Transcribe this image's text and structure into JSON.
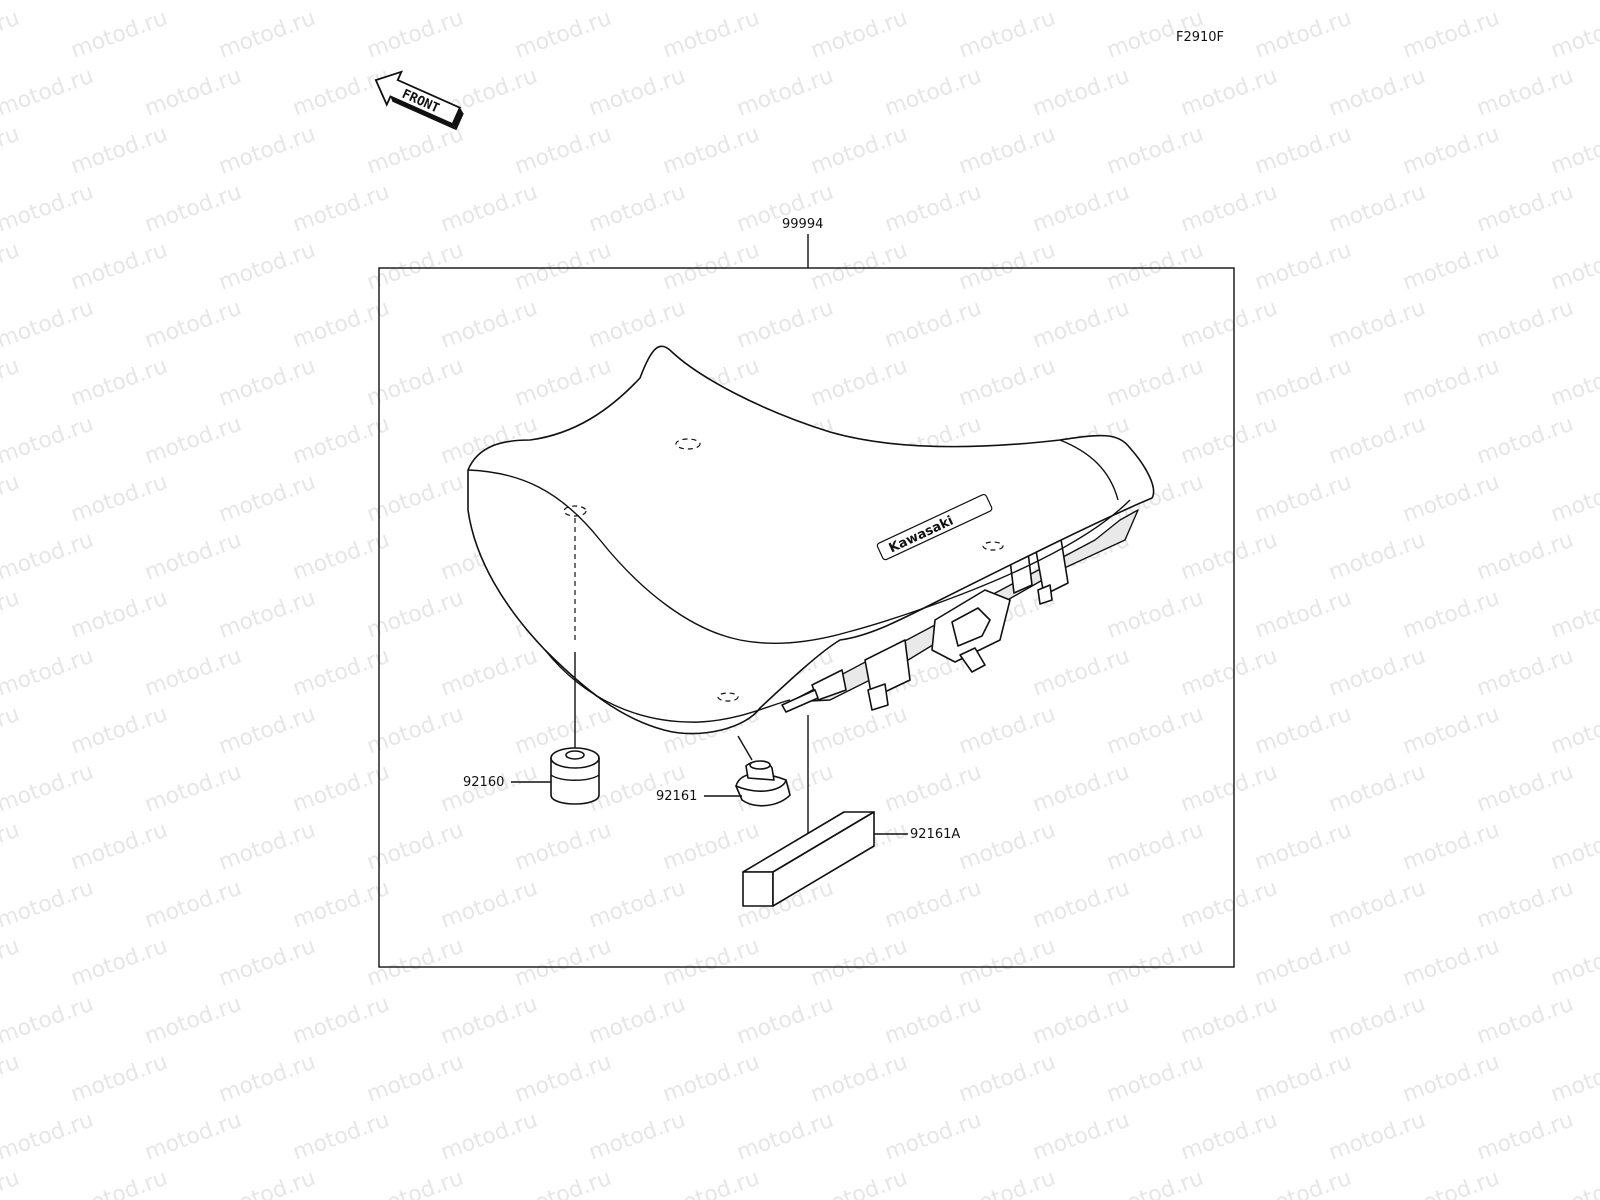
{
  "diagram": {
    "ref_code": "F2910F",
    "front_label": "FRONT",
    "watermark_text": "motod.ru",
    "seat_logo_text": "Kawasaki",
    "parts": {
      "assembly": {
        "number": "99994"
      },
      "bumper_round": {
        "number": "92160"
      },
      "bumper_small": {
        "number": "92161"
      },
      "bumper_block": {
        "number": "92161A"
      }
    },
    "colors": {
      "line": "#111111",
      "watermark": "#e6e6e6",
      "background": "#ffffff"
    }
  }
}
